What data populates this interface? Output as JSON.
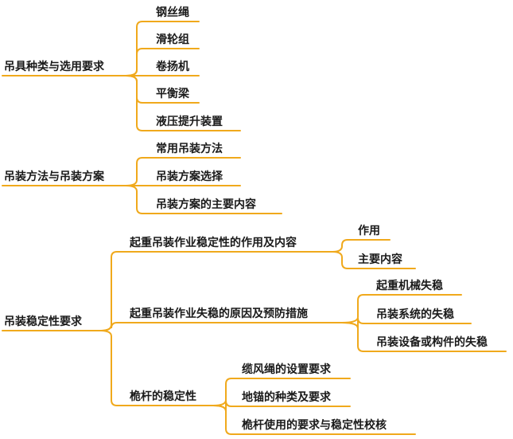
{
  "colors": {
    "connector": "#f0a91c",
    "text": "#1a1a1a",
    "background": "#ffffff"
  },
  "topics": [
    {
      "label": "吊具种类与选用要求",
      "children": [
        {
          "label": "钢丝绳"
        },
        {
          "label": "滑轮组"
        },
        {
          "label": "卷扬机"
        },
        {
          "label": "平衡梁"
        },
        {
          "label": "液压提升装置"
        }
      ]
    },
    {
      "label": "吊装方法与吊装方案",
      "children": [
        {
          "label": "常用吊装方法"
        },
        {
          "label": "吊装方案选择"
        },
        {
          "label": "吊装方案的主要内容"
        }
      ]
    },
    {
      "label": "吊装稳定性要求",
      "children": [
        {
          "label": "起重吊装作业稳定性的作用及内容",
          "children": [
            {
              "label": "作用"
            },
            {
              "label": "主要内容"
            }
          ]
        },
        {
          "label": "起重吊装作业失稳的原因及预防措施",
          "children": [
            {
              "label": "起重机械失稳"
            },
            {
              "label": "吊装系统的失稳"
            },
            {
              "label": "吊装设备或构件的失稳"
            }
          ]
        },
        {
          "label": "桅杆的稳定性",
          "children": [
            {
              "label": "缆风绳的设置要求"
            },
            {
              "label": "地锚的种类及要求"
            },
            {
              "label": "桅杆使用的要求与稳定性校核"
            }
          ]
        }
      ]
    }
  ]
}
